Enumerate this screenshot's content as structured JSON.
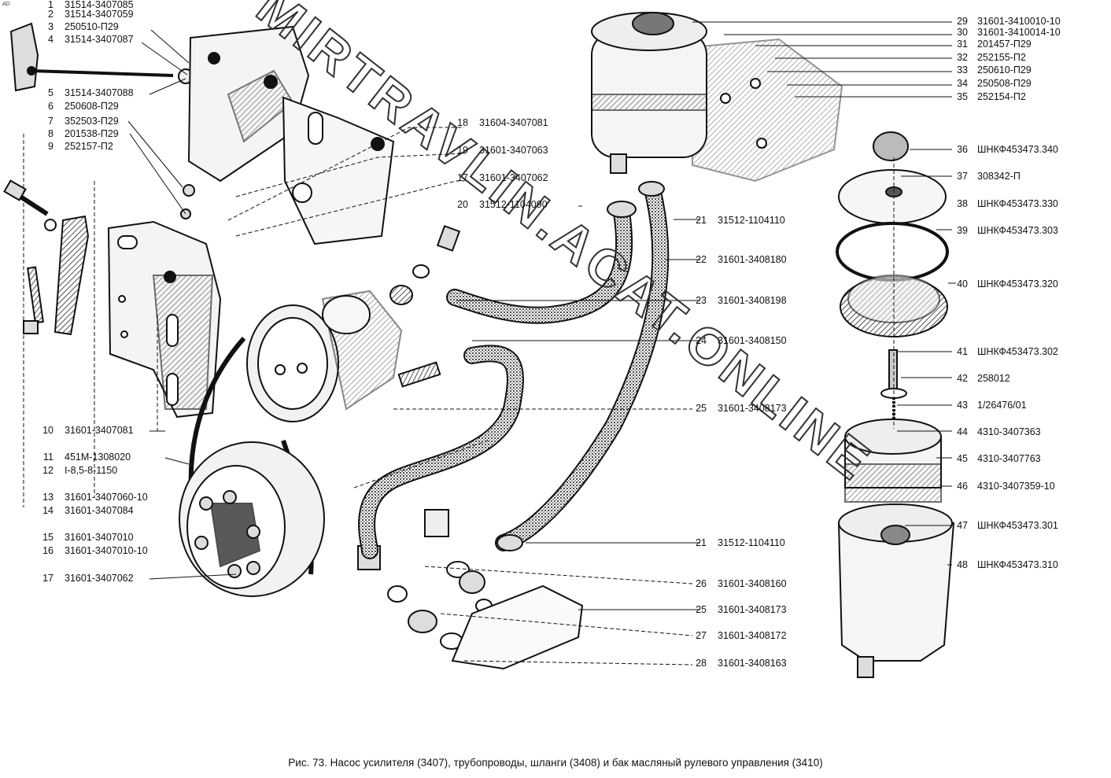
{
  "corner_mark": "AD",
  "caption": "Рис. 73. Насос усилителя (3407), трубопроводы, шланги (3408) и бак масляный рулевого управления (3410)",
  "watermark": "MIRTRAVLIN.ACAT.ONLINE",
  "left_callouts": [
    {
      "num": "1",
      "part": "31514-3407085"
    },
    {
      "num": "2",
      "part": "31514-3407059"
    },
    {
      "num": "3",
      "part": "250510-П29"
    },
    {
      "num": "4",
      "part": "31514-3407087"
    },
    {
      "num": "5",
      "part": "31514-3407088"
    },
    {
      "num": "6",
      "part": "250608-П29"
    },
    {
      "num": "7",
      "part": "352503-П29"
    },
    {
      "num": "8",
      "part": "201538-П29"
    },
    {
      "num": "9",
      "part": "252157-П2"
    },
    {
      "num": "10",
      "part": "31601-3407081"
    },
    {
      "num": "11",
      "part": "451М-1308020"
    },
    {
      "num": "12",
      "part": "I-8,5-8-1150"
    },
    {
      "num": "13",
      "part": "31601-3407060-10"
    },
    {
      "num": "14",
      "part": "31601-3407084"
    },
    {
      "num": "15",
      "part": "31601-3407010"
    },
    {
      "num": "16",
      "part": "31601-3407010-10"
    },
    {
      "num": "17",
      "part": "31601-3407062"
    }
  ],
  "middle_callouts": [
    {
      "num": "18",
      "part": "31604-3407081"
    },
    {
      "num": "19",
      "part": "31601-3407063"
    },
    {
      "num": "17",
      "part": "31601-3407062"
    },
    {
      "num": "20",
      "part": "31512-1104090"
    },
    {
      "num": "21",
      "part": "31512-1104110"
    },
    {
      "num": "22",
      "part": "31601-3408180"
    },
    {
      "num": "23",
      "part": "31601-3408198"
    },
    {
      "num": "24",
      "part": "31601-3408150"
    },
    {
      "num": "25",
      "part": "31601-3408173"
    },
    {
      "num": "21",
      "part": "31512-1104110"
    },
    {
      "num": "26",
      "part": "31601-3408160"
    },
    {
      "num": "25",
      "part": "31601-3408173"
    },
    {
      "num": "27",
      "part": "31601-3408172"
    },
    {
      "num": "28",
      "part": "31601-3408163"
    }
  ],
  "right_callouts": [
    {
      "num": "29",
      "part": "31601-3410010-10"
    },
    {
      "num": "30",
      "part": "31601-3410014-10"
    },
    {
      "num": "31",
      "part": "201457-П29"
    },
    {
      "num": "32",
      "part": "252155-П2"
    },
    {
      "num": "33",
      "part": "250610-П29"
    },
    {
      "num": "34",
      "part": "250508-П29"
    },
    {
      "num": "35",
      "part": "252154-П2"
    },
    {
      "num": "36",
      "part": "ШНКФ453473.340"
    },
    {
      "num": "37",
      "part": "308342-П"
    },
    {
      "num": "38",
      "part": "ШНКФ453473.330"
    },
    {
      "num": "39",
      "part": "ШНКФ453473.303"
    },
    {
      "num": "40",
      "part": "ШНКФ453473.320"
    },
    {
      "num": "41",
      "part": "ШНКФ453473.302"
    },
    {
      "num": "42",
      "part": "258012"
    },
    {
      "num": "43",
      "part": "1/26476/01"
    },
    {
      "num": "44",
      "part": "4310-3407363"
    },
    {
      "num": "45",
      "part": "4310-3407763"
    },
    {
      "num": "46",
      "part": "4310-3407359-10"
    },
    {
      "num": "47",
      "part": "ШНКФ453473.301"
    },
    {
      "num": "48",
      "part": "ШНКФ453473.310"
    }
  ]
}
